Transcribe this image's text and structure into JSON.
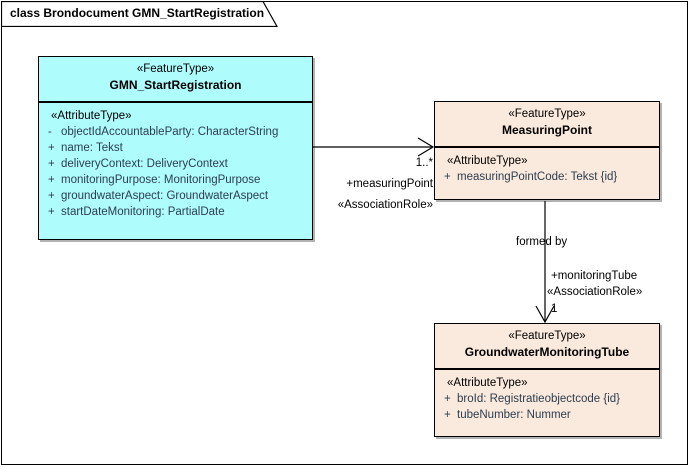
{
  "diagram": {
    "tab_title": "class Brondocument GMN_StartRegistration",
    "colors": {
      "cyan_fill": "#aefcfc",
      "peach_fill": "#fae9dd",
      "border": "#000000",
      "attribute_text": "#2c3e50"
    }
  },
  "classes": [
    {
      "id": "gmn",
      "stereotype": "«FeatureType»",
      "name": "GMN_StartRegistration",
      "fill": "cyan",
      "compartment_stereotype": "«AttributeType»",
      "attributes": [
        {
          "visibility": "-",
          "signature": "objectIdAccountableParty: CharacterString"
        },
        {
          "visibility": "+",
          "signature": "name: Tekst"
        },
        {
          "visibility": "+",
          "signature": "deliveryContext: DeliveryContext"
        },
        {
          "visibility": "+",
          "signature": "monitoringPurpose: MonitoringPurpose"
        },
        {
          "visibility": "+",
          "signature": "groundwaterAspect: GroundwaterAspect"
        },
        {
          "visibility": "+",
          "signature": "startDateMonitoring: PartialDate"
        }
      ]
    },
    {
      "id": "measuringpoint",
      "stereotype": "«FeatureType»",
      "name": "MeasuringPoint",
      "fill": "peach",
      "compartment_stereotype": "«AttributeType»",
      "attributes": [
        {
          "visibility": "+",
          "signature": "measuringPointCode: Tekst {id}"
        }
      ]
    },
    {
      "id": "tube",
      "stereotype": "«FeatureType»",
      "name": "GroundwaterMonitoringTube",
      "fill": "peach",
      "compartment_stereotype": "«AttributeType»",
      "attributes": [
        {
          "visibility": "+",
          "signature": "broId: Registratieobjectcode {id}"
        },
        {
          "visibility": "+",
          "signature": "tubeNumber: Nummer"
        }
      ]
    }
  ],
  "associations": [
    {
      "id": "gmn-to-measuringpoint",
      "multiplicity": "1..*",
      "role": "+measuringPoint",
      "stereotype": "«AssociationRole»"
    },
    {
      "id": "measuringpoint-to-tube",
      "name": "formed by",
      "role": "+monitoringTube",
      "stereotype": "«AssociationRole»",
      "multiplicity": "1"
    }
  ]
}
